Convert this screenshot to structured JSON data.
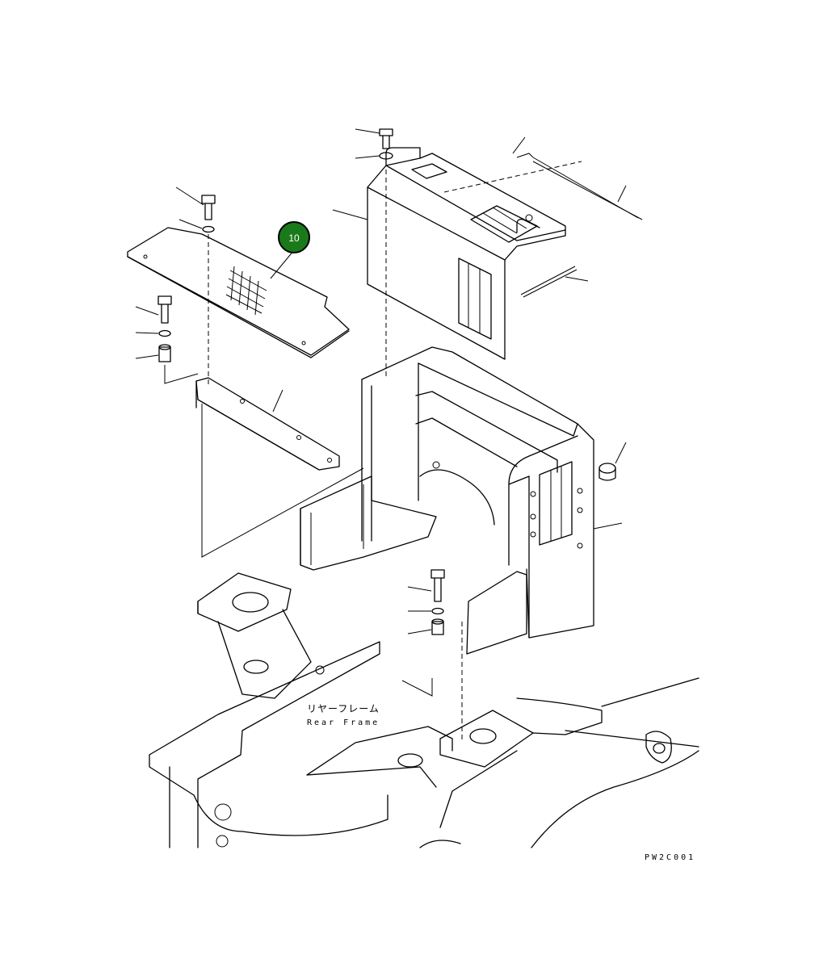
{
  "callout": {
    "number": "10",
    "color": "#1a7a1a"
  },
  "labels": {
    "frame_jp": "リヤーフレーム",
    "frame_en": "Rear Frame",
    "drawing_code": "PW2C001"
  }
}
